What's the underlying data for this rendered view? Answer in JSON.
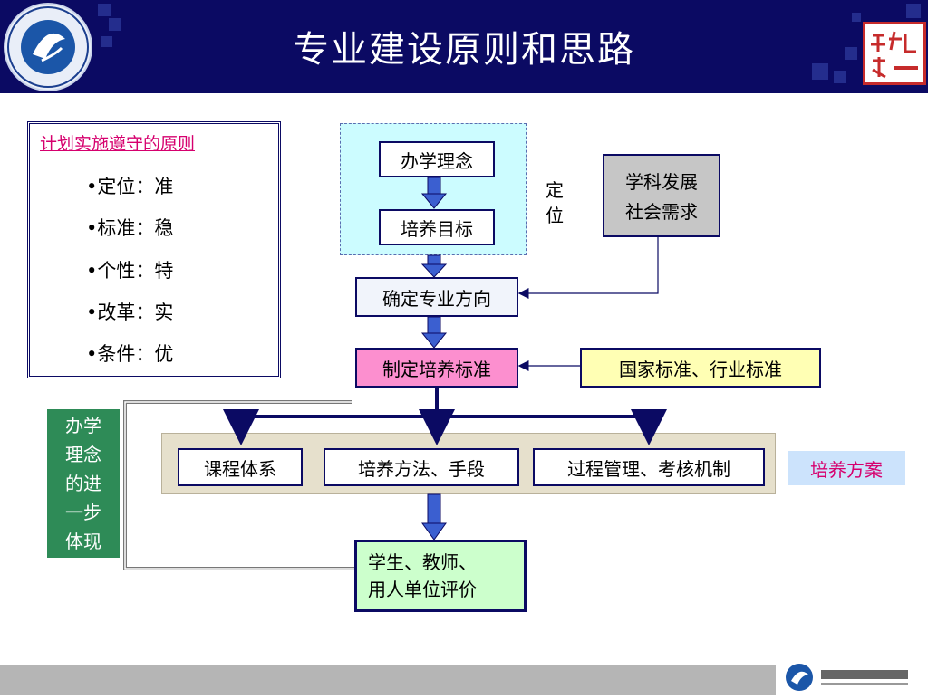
{
  "header": {
    "title": "专业建设原则和思路",
    "bg_color": "#0b0a63"
  },
  "principles": {
    "title": "计划实施遵守的原则",
    "items": [
      "•定位：准",
      "•标准：稳",
      "•个性：特",
      "•改革：实",
      "•条件：优"
    ]
  },
  "flow": {
    "philosophy": "办学理念",
    "goal": "培养目标",
    "position_label": [
      "定",
      "位"
    ],
    "drivers": [
      "学科发展",
      "社会需求"
    ],
    "direction": "确定专业方向",
    "standard": "制定培养标准",
    "national_standards": "国家标准、行业标准",
    "course_system": "课程体系",
    "methods": "培养方法、手段",
    "process": "过程管理、考核机制",
    "plan": "培养方案",
    "evaluation": [
      "学生、教师、",
      "用人单位评价"
    ],
    "embodiment": [
      "办学",
      "理念",
      "的进",
      "一步",
      "体现"
    ]
  },
  "colors": {
    "accent_pink": "#d6006e",
    "standard_box": "#fc8fcf",
    "national_box": "#ffffb4",
    "evaluation_box": "#ccffcc",
    "embody_box": "#2e8b57",
    "position_region": "#ccfcff",
    "plan_box": "#cce3fc"
  }
}
